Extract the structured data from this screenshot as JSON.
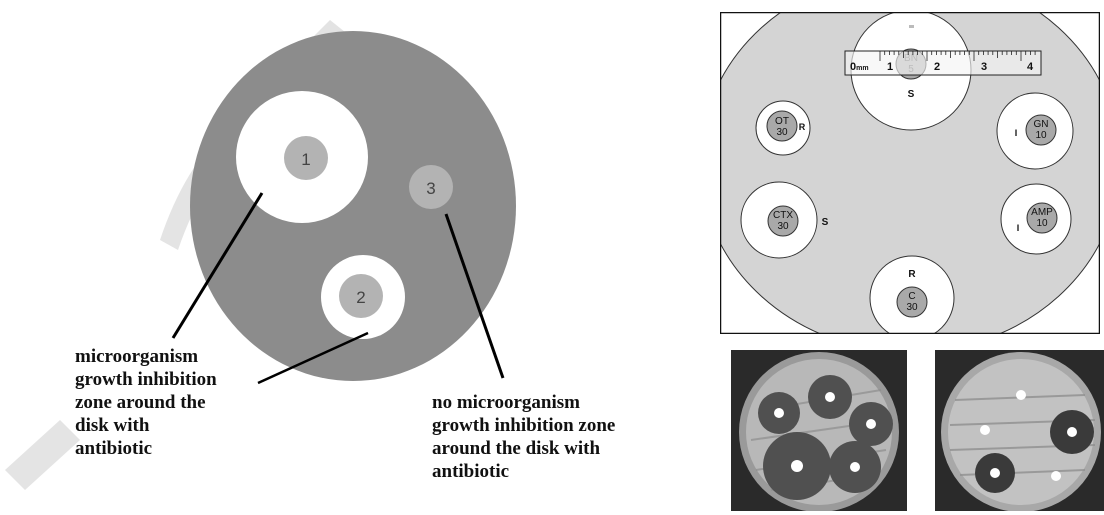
{
  "left_diagram": {
    "disks": [
      {
        "label": "1"
      },
      {
        "label": "2"
      },
      {
        "label": "3"
      }
    ],
    "label_inhibition": "microorganism\ngrowth inhibition\nzone around the\ndisk with\nantibiotic",
    "label_no_inhibition": "no microorganism\ngrowth inhibition zone\naround the disk with\nantibiotic",
    "colors": {
      "plate": "#8c8c8c",
      "disk": "#b3b3b3",
      "zone": "#ffffff"
    }
  },
  "right_diagram": {
    "ruler": {
      "ticks": [
        "0",
        "1",
        "2",
        "3",
        "4"
      ],
      "unit": "mm"
    },
    "disks": [
      {
        "code": "BN",
        "dose": "5",
        "result": "S"
      },
      {
        "code": "OT",
        "dose": "30",
        "result": "R"
      },
      {
        "code": "GN",
        "dose": "10",
        "result": "I"
      },
      {
        "code": "CTX",
        "dose": "30",
        "result": "S"
      },
      {
        "code": "AMP",
        "dose": "10",
        "result": "I"
      },
      {
        "code": "C",
        "dose": "30",
        "result": "R"
      }
    ]
  }
}
